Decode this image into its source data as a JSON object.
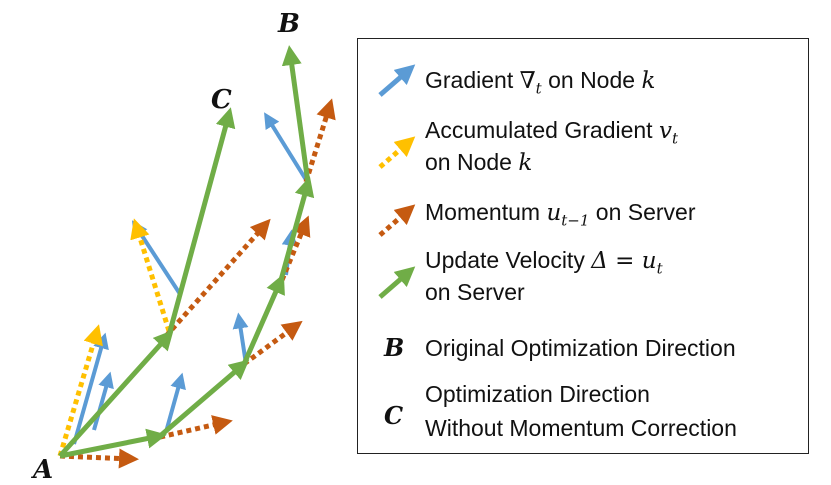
{
  "points": {
    "A": "A",
    "B": "B",
    "C": "C"
  },
  "legend": {
    "gradient": {
      "pre": "Gradient ",
      "sym": "∇",
      "sub": "t",
      "post": " on Node ",
      "node": "k"
    },
    "accumulated": {
      "pre": "Accumulated Gradient ",
      "sym": "v",
      "sub": "t",
      "line2_pre": "on Node ",
      "node": "k"
    },
    "momentum": {
      "pre": "Momentum ",
      "sym": "u",
      "sub": "t−1",
      "post": " on Server"
    },
    "update": {
      "pre": "Update Velocity ",
      "eq": "Δ = ",
      "sym": "u",
      "sub": "t",
      "line2": "on Server"
    },
    "original": {
      "letter": "B",
      "text": "Original Optimization Direction"
    },
    "without": {
      "letter": "C",
      "line1": "Optimization Direction",
      "line2": "Without Momentum Correction"
    }
  },
  "colors": {
    "gradient": "#5b9bd5",
    "accumulated": "#ffc000",
    "momentum": "#c55a11",
    "update": "#70ad47"
  }
}
